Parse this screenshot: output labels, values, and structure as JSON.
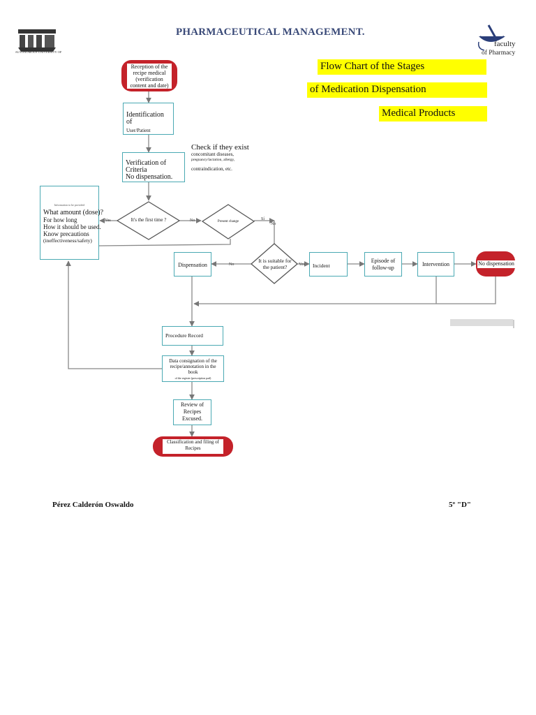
{
  "header": {
    "title": "PHARMACEUTICAL MANAGEMENT.",
    "university_name": "AUTONOMOUS UNIVERSITY OF",
    "faculty_line1": "faculty",
    "faculty_line2": "of Pharmacy"
  },
  "chart_titles": {
    "line1": "Flow Chart of the Stages",
    "line2": "of Medication Dispensation",
    "line3": "Medical Products"
  },
  "nodes": {
    "reception": "Reception of the recipe medical (verification content and date)",
    "identification_line1": "Identification of",
    "identification_line2": "User/Patient",
    "verification_line1": "Verification of Criteria",
    "verification_line2": "No dispensation.",
    "check_title": "Check if they exist",
    "check_line1": "concomitant diseases,",
    "check_line2": "pregnancy/lactation, allergy,",
    "check_line3": "contraindication, etc.",
    "info_box_header": "Information to be provided",
    "info_line1": "What amount (dose)?",
    "info_line2": "For how long",
    "info_line3": "How it should be used.",
    "info_line4": "Know precautions",
    "info_line5": "(ineffectiveness/safety)",
    "first_time": "It's the first time ?",
    "present_change": "Present change",
    "suitable": "It is suitable for the patient?",
    "dispensation": "Dispensation",
    "incident": "Incident",
    "episode": "Episode of follow-up",
    "intervention": "Intervention",
    "no_dispensation": "No dispensation",
    "procedure_record": "Procedure Record",
    "data_consignation": "Data consignation of the recipe/annotation in the book",
    "data_consignation_sub": "of the register (prescription pad)",
    "review_line1": "Review of",
    "review_line2": "Recipes",
    "review_line3": "Excused.",
    "classification": "Classification and filing of Recipes"
  },
  "edge_labels": {
    "yes_first": "Yes",
    "no_first": "No",
    "yes_change": "Sí",
    "no_change": "No",
    "no_suitable": "No",
    "yes_suitable": "Yes"
  },
  "footer": {
    "author": "Pérez Calderón Oswaldo",
    "group": "5º \"D\""
  },
  "colors": {
    "accent_box": "#4aa9b3",
    "terminal": "#c4222a",
    "highlight": "#ffff00",
    "header_text": "#3a4a78"
  }
}
